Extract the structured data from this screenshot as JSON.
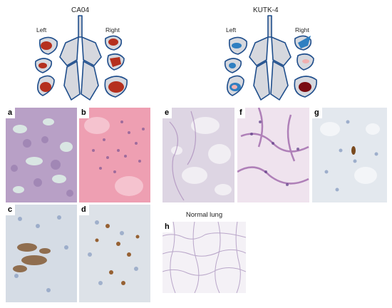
{
  "figure": {
    "schematics": [
      {
        "title": "CA04",
        "left_label": "Left",
        "right_label": "Right",
        "lesion_color": "#b5301e"
      },
      {
        "title": "KUTK-4",
        "left_label": "Left",
        "right_label": "Right",
        "lesion_color": "#2f7fc1"
      }
    ],
    "lung_outline_color": "#1f4e8c",
    "lung_fill_color": "#d6d8de",
    "panels": [
      {
        "label": "a",
        "stain": "H&E"
      },
      {
        "label": "b",
        "stain": "H&E"
      },
      {
        "label": "c",
        "stain": "IHC"
      },
      {
        "label": "d",
        "stain": "IHC"
      },
      {
        "label": "e",
        "stain": "H&E"
      },
      {
        "label": "f",
        "stain": "H&E"
      },
      {
        "label": "g",
        "stain": "IHC"
      },
      {
        "label": "h",
        "stain": "H&E"
      }
    ],
    "normal_label": "Normal lung"
  }
}
